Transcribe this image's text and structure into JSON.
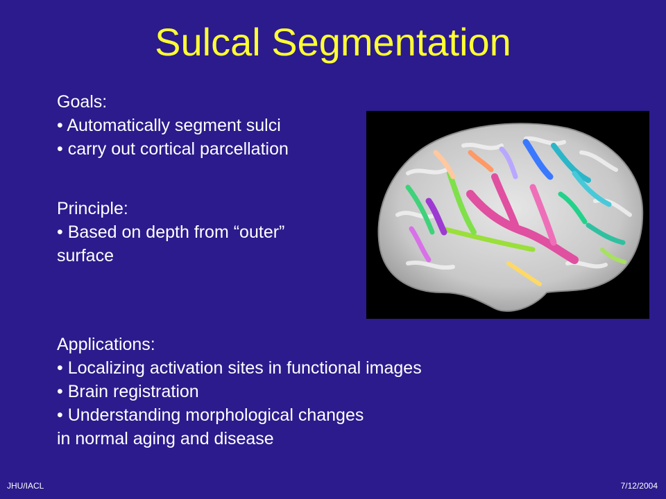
{
  "slide": {
    "title": "Sulcal Segmentation",
    "goals": {
      "heading": "Goals:",
      "items": [
        "• Automatically segment sulci",
        "• carry out cortical parcellation"
      ]
    },
    "principle": {
      "heading": "Principle:",
      "lines": [
        "• Based on depth from “outer”",
        "surface"
      ]
    },
    "applications": {
      "heading": "Applications:",
      "lines": [
        "• Localizing activation sites in functional images",
        "• Brain registration",
        "• Understanding morphological changes",
        "in normal aging and disease"
      ]
    },
    "footer": {
      "left": "JHU/IACL",
      "right": "7/12/2004"
    }
  },
  "colors": {
    "background": "#2B1B8C",
    "title": "#FFFF33",
    "text": "#FFFFFF"
  }
}
